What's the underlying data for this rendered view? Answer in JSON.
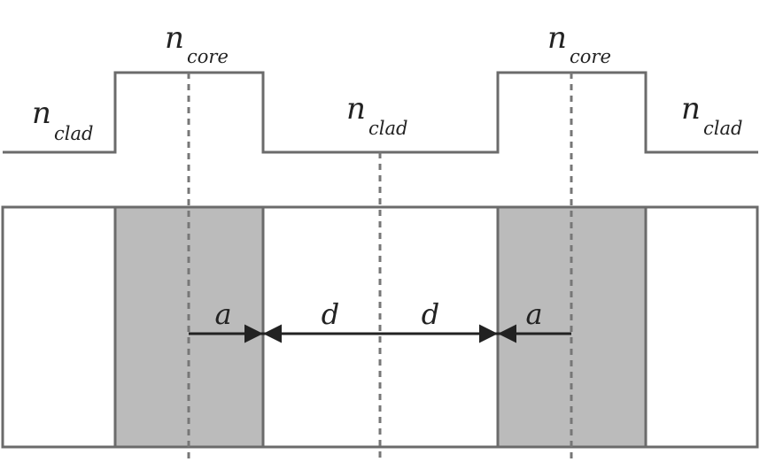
{
  "labels": {
    "n_symbol": "n",
    "core_subscript": "core",
    "clad_subscript": "clad",
    "a": "a",
    "d": "d"
  },
  "colors": {
    "background": "#ffffff",
    "stroke": "#6b6b6b",
    "core_fill": "#bbbbbb",
    "arrow": "#222222",
    "dashed": "#777777"
  }
}
